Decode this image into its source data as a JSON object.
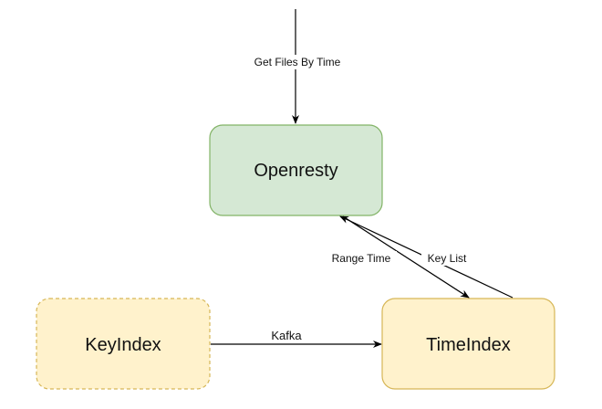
{
  "nodes": {
    "openresty": {
      "label": "Openresty",
      "fill": "#d5e8d4",
      "stroke": "#82b366"
    },
    "keyindex": {
      "label": "KeyIndex",
      "fill": "#fff2cc",
      "stroke": "#d6b656",
      "border_style": "dashed"
    },
    "timeindex": {
      "label": "TimeIndex",
      "fill": "#fff2cc",
      "stroke": "#d6b656"
    }
  },
  "edges": {
    "get_files": {
      "label": "Get Files By Time"
    },
    "range_time": {
      "label": "Range Time"
    },
    "key_list": {
      "label": "Key List"
    },
    "kafka": {
      "label": "Kafka"
    }
  },
  "colors": {
    "edge": "#000000",
    "background": "#ffffff"
  }
}
